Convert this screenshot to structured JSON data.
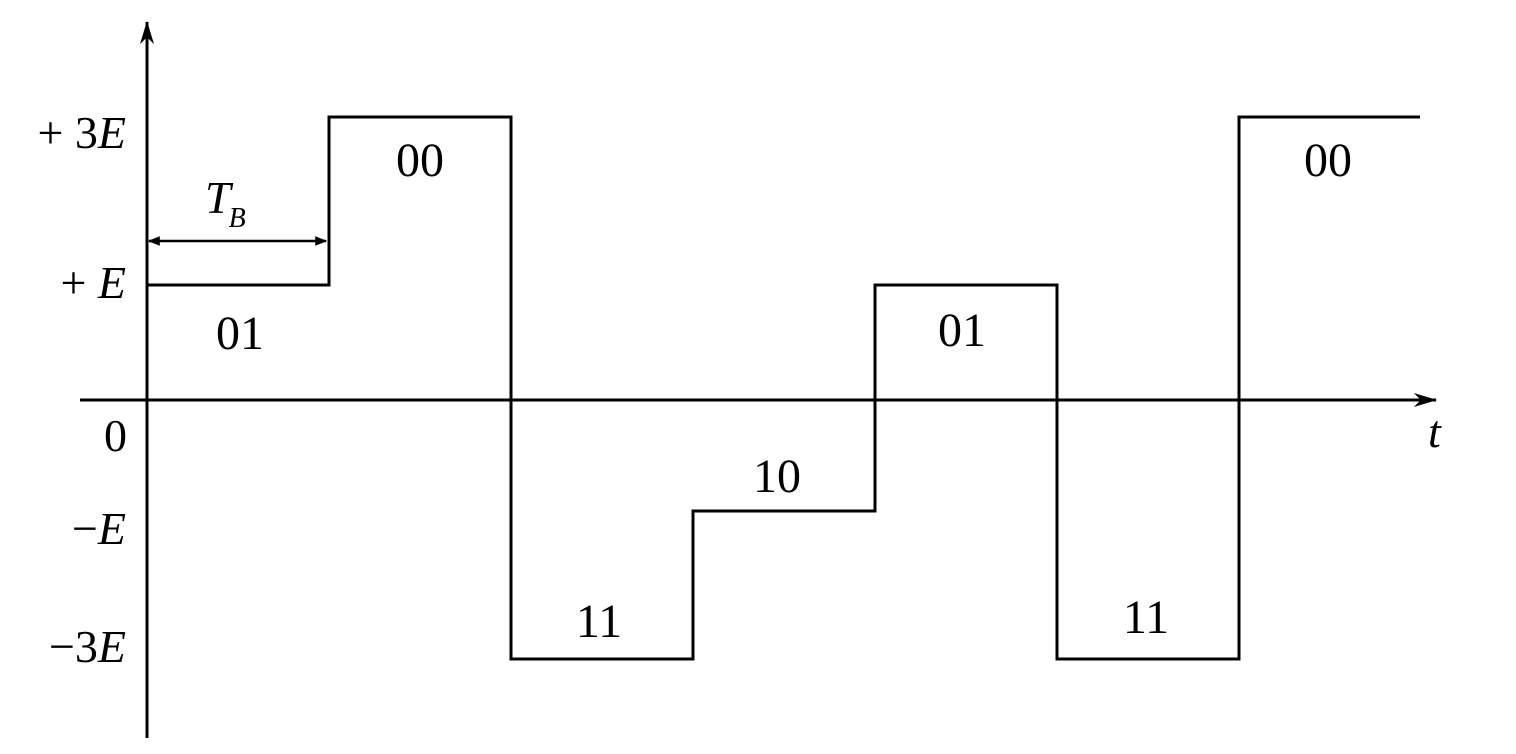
{
  "diagram": {
    "description_type": "4-level PAM waveform",
    "axis": {
      "t_label": "t",
      "origin_label": "0"
    },
    "levels": [
      {
        "prefix": "+ 3",
        "var": "E",
        "value": 3
      },
      {
        "prefix": "+ ",
        "var": "E",
        "value": 1
      },
      {
        "prefix": "−",
        "var": "E",
        "value": -1
      },
      {
        "prefix": "−3",
        "var": "E",
        "value": -3
      }
    ],
    "period": {
      "symbol": "T",
      "subscript": "B"
    },
    "symbols": [
      {
        "bits": "01",
        "level": 1
      },
      {
        "bits": "00",
        "level": 3
      },
      {
        "bits": "11",
        "level": -3
      },
      {
        "bits": "10",
        "level": -1
      },
      {
        "bits": "01",
        "level": 1
      },
      {
        "bits": "11",
        "level": -3
      },
      {
        "bits": "00",
        "level": 3
      }
    ],
    "colors": {
      "line": "#000000",
      "background": "#ffffff"
    }
  }
}
